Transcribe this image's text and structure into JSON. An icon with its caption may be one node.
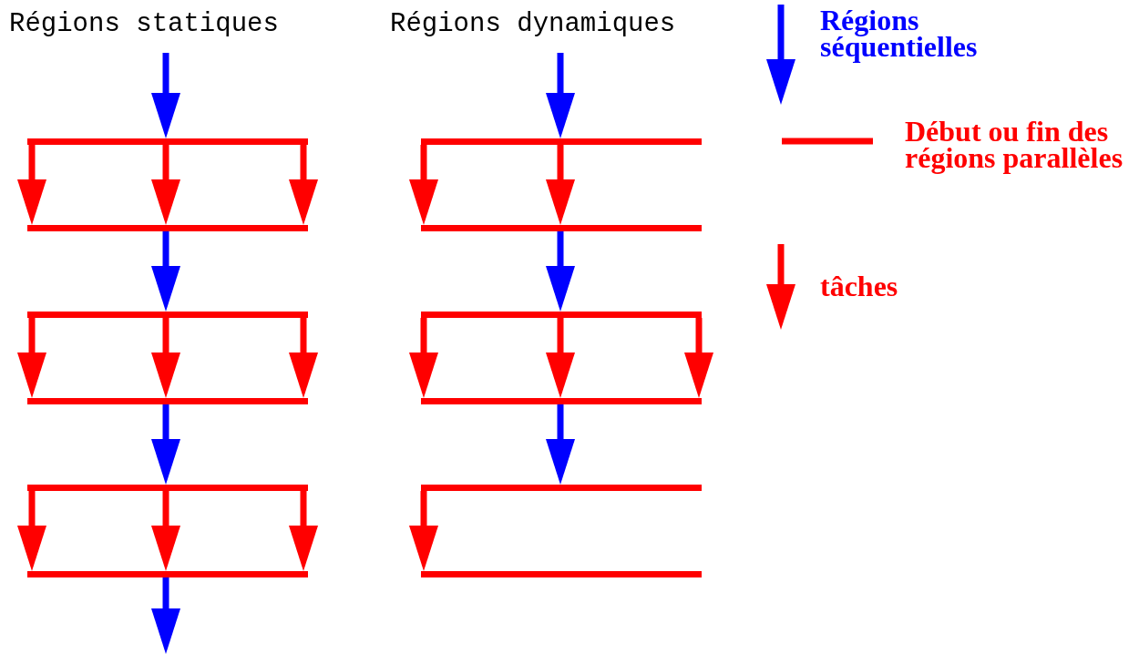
{
  "diagram": {
    "nodes": [
      {
        "text": [],
        "shape": "bar"
      },
      {
        "text": [],
        "shape": "bar"
      },
      {
        "text": [],
        "shape": "bar"
      },
      {
        "text": [],
        "shape": "bar"
      },
      {
        "text": [],
        "shape": "bar"
      },
      {
        "text": [],
        "shape": "bar"
      },
      {
        "text": [],
        "shape": "bar"
      },
      {
        "text": [],
        "shape": "bar"
      },
      {
        "text": [],
        "shape": "bar"
      },
      {
        "text": [],
        "shape": "bar"
      },
      {
        "text": [],
        "shape": "bar"
      },
      {
        "text": [],
        "shape": "bar"
      }
    ],
    "edges": [
      {
        "from": null,
        "to": 0,
        "arrow": "to",
        "color": "#0000ff"
      },
      {
        "from": 0,
        "to": 1,
        "arrow": "to"
      },
      {
        "from": 0,
        "to": 1,
        "arrow": "to"
      },
      {
        "from": 0,
        "to": 1,
        "arrow": "to"
      },
      {
        "from": 1,
        "to": 2,
        "arrow": "to",
        "color": "#0000ff"
      },
      {
        "from": 2,
        "to": 3,
        "arrow": "to"
      },
      {
        "from": 2,
        "to": 3,
        "arrow": "to"
      },
      {
        "from": 2,
        "to": 3,
        "arrow": "to"
      },
      {
        "from": 3,
        "to": 4,
        "arrow": "to",
        "color": "#0000ff"
      },
      {
        "from": 4,
        "to": 5,
        "arrow": "to"
      },
      {
        "from": 4,
        "to": 5,
        "arrow": "to"
      },
      {
        "from": 4,
        "to": 5,
        "arrow": "to"
      },
      {
        "from": 5,
        "to": null,
        "arrow": "to",
        "color": "#0000ff"
      },
      {
        "from": null,
        "to": 6,
        "arrow": "to",
        "color": "#0000ff"
      },
      {
        "from": 6,
        "to": 7,
        "arrow": "to"
      },
      {
        "from": 6,
        "to": 7,
        "arrow": "to"
      },
      {
        "from": 7,
        "to": 8,
        "arrow": "to",
        "color": "#0000ff"
      },
      {
        "from": 8,
        "to": 9,
        "arrow": "to"
      },
      {
        "from": 8,
        "to": 9,
        "arrow": "to"
      },
      {
        "from": 8,
        "to": 9,
        "arrow": "to"
      },
      {
        "from": 9,
        "to": 10,
        "arrow": "to",
        "color": "#0000ff"
      },
      {
        "from": 10,
        "to": 11,
        "arrow": "to"
      }
    ],
    "labels": [
      "Régions statiques",
      "Régions dynamiques"
    ],
    "legend": [
      {
        "text": "Régions séquentielles"
      },
      {
        "text": "Début ou fin des régions parallèles"
      },
      {
        "text": "tâches"
      }
    ]
  }
}
